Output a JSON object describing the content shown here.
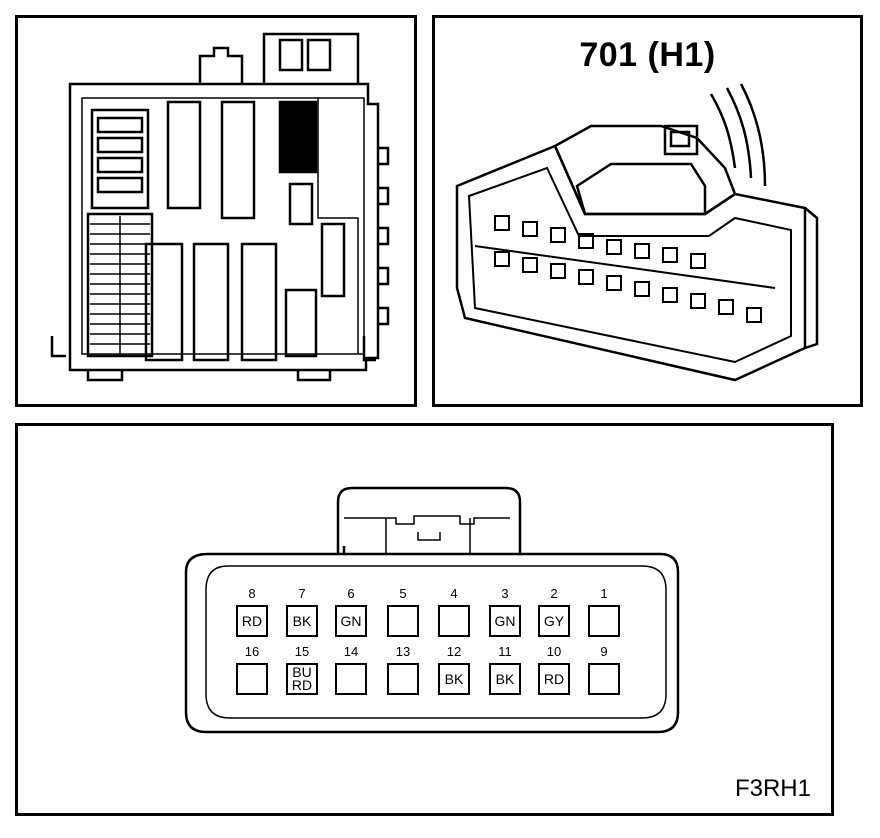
{
  "connector": {
    "title": "701 (H1)",
    "figure_code": "F3RH1"
  },
  "pins": [
    {
      "num": "8",
      "color": "RD"
    },
    {
      "num": "7",
      "color": "BK"
    },
    {
      "num": "6",
      "color": "GN"
    },
    {
      "num": "5",
      "color": ""
    },
    {
      "num": "4",
      "color": ""
    },
    {
      "num": "3",
      "color": "GN"
    },
    {
      "num": "2",
      "color": "GY"
    },
    {
      "num": "1",
      "color": ""
    },
    {
      "num": "16",
      "color": ""
    },
    {
      "num": "15",
      "color": "BU\nRD"
    },
    {
      "num": "14",
      "color": ""
    },
    {
      "num": "13",
      "color": ""
    },
    {
      "num": "12",
      "color": "BK"
    },
    {
      "num": "11",
      "color": "BK"
    },
    {
      "num": "10",
      "color": "RD"
    },
    {
      "num": "9",
      "color": ""
    }
  ]
}
